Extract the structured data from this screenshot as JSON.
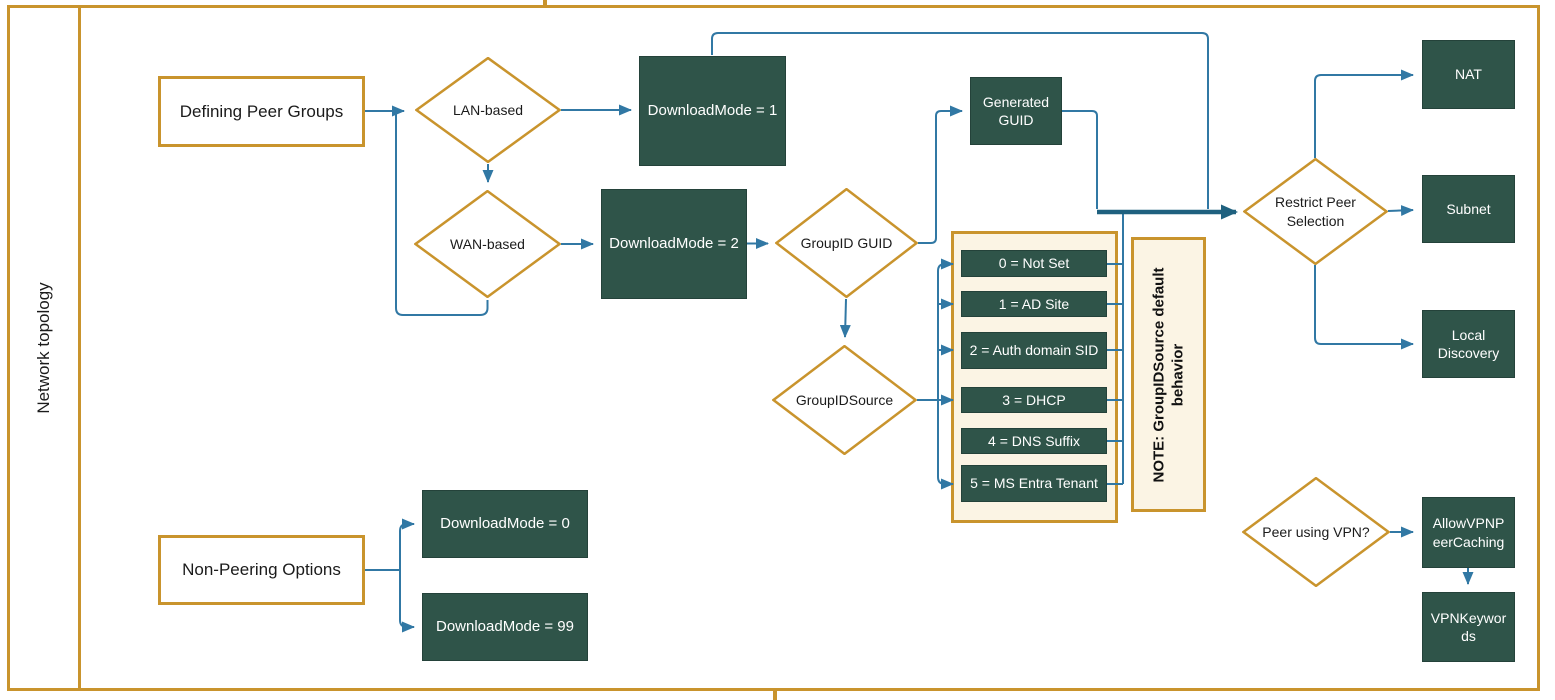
{
  "lane": {
    "title": "Network topology"
  },
  "nodes": {
    "defining_peer_groups": "Defining Peer Groups",
    "lan_based": "LAN-based",
    "wan_based": "WAN-based",
    "download_mode_1": "DownloadMode = 1",
    "download_mode_2": "DownloadMode = 2",
    "groupid_guid": "GroupID GUID",
    "generated_guid": "Generated GUID",
    "groupid_source": "GroupIDSource",
    "restrict_peer_selection": "Restrict Peer Selection",
    "nat": "NAT",
    "subnet": "Subnet",
    "local_discovery": "Local Discovery",
    "peer_using_vpn": "Peer using VPN?",
    "allow_vpn_peer_caching": "AllowVPNPeerCaching",
    "vpn_keywords": "VPNKeywords",
    "non_peering_options": "Non-Peering Options",
    "download_mode_0": "DownloadMode = 0",
    "download_mode_99": "DownloadMode = 99"
  },
  "groupid_source_options": [
    "0 = Not Set",
    "1 = AD Site",
    "2 = Auth domain SID",
    "3 = DHCP",
    "4 = DNS Suffix",
    "5 = MS Entra Tenant"
  ],
  "note": {
    "text": "NOTE: GroupIDSource default behavior"
  },
  "colors": {
    "accent_orange": "#C9942D",
    "shape_green": "#2F5449",
    "connector_blue": "#3178A4",
    "connector_thick_blue": "#1F617F",
    "panel_cream": "#FBF4E4"
  }
}
